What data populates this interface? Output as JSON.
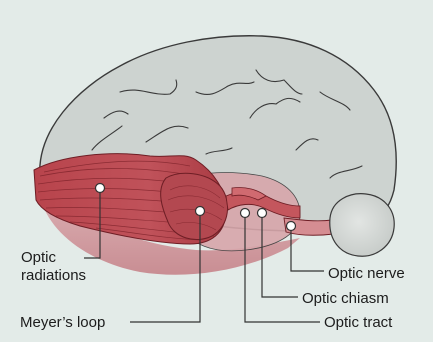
{
  "diagram": {
    "labels": {
      "optic_radiations": "Optic\nradiations",
      "optic_radiations_line1": "Optic",
      "optic_radiations_line2": "radiations",
      "meyers_loop": "Meyer’s loop",
      "optic_nerve": "Optic nerve",
      "optic_chiasm": "Optic chiasm",
      "optic_tract": "Optic tract"
    },
    "colors": {
      "background": "#e3ebe8",
      "brain_fill": "#cfd4d1",
      "brain_stroke": "#3a3a3a",
      "pathway_red": "#b5474d",
      "pathway_dark": "#8e2a31",
      "pathway_light": "#d98b8e",
      "shadow_pink": "#c97f86",
      "leader_line": "#333333"
    }
  }
}
